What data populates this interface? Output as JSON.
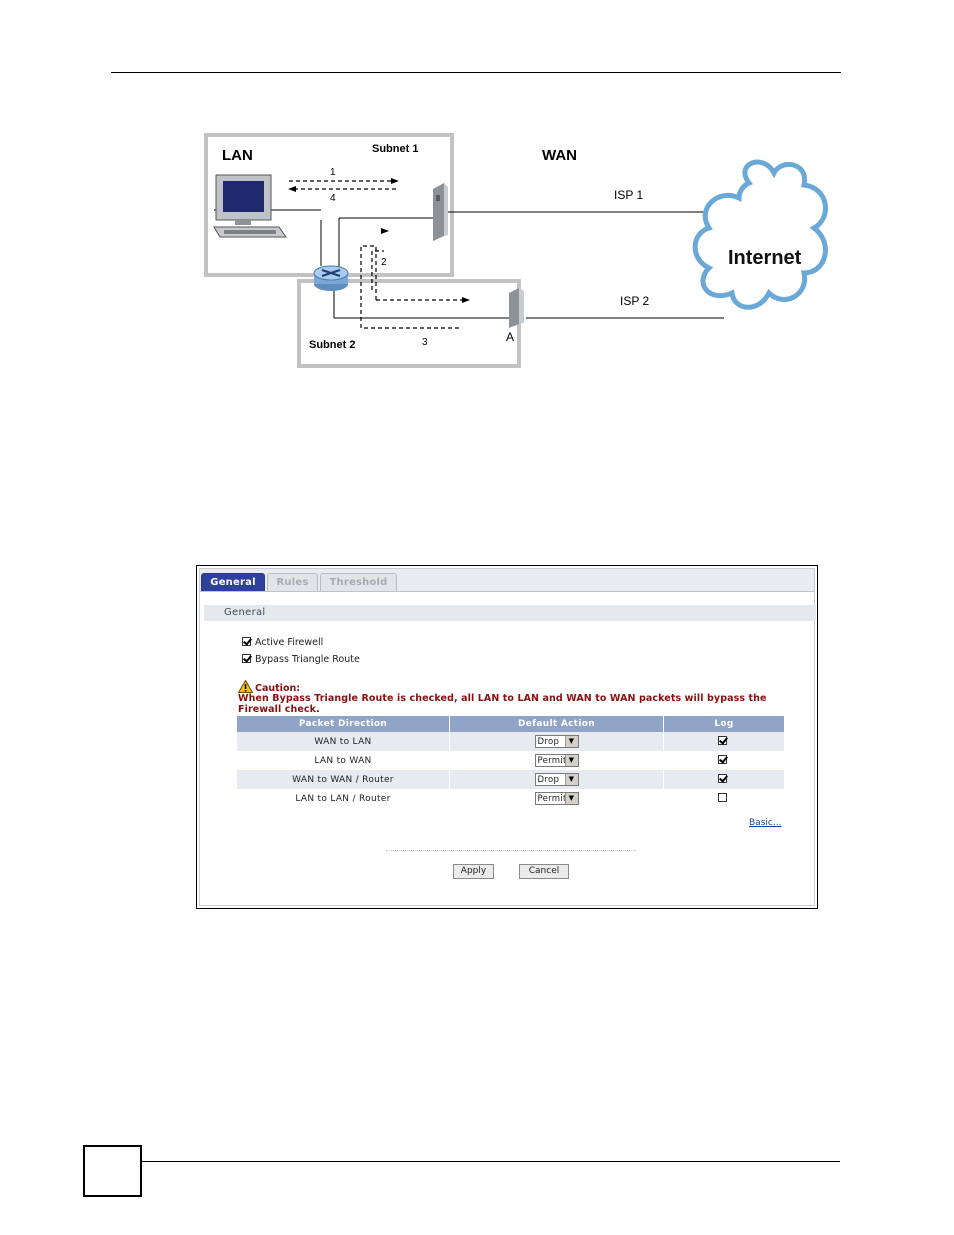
{
  "diagram": {
    "lan_label": "LAN",
    "wan_label": "WAN",
    "subnet1_label": "Subnet 1",
    "subnet2_label": "Subnet 2",
    "isp1_label": "ISP 1",
    "isp2_label": "ISP 2",
    "internet_label": "Internet",
    "router_a_label": "A",
    "path_labels": [
      "1",
      "4",
      "2",
      "3"
    ]
  },
  "firewall": {
    "tabs": [
      {
        "label": "General",
        "active": true
      },
      {
        "label": "Rules",
        "active": false
      },
      {
        "label": "Threshold",
        "active": false
      }
    ],
    "section_title": "General",
    "options": [
      {
        "label": "Active Firewell",
        "checked": true
      },
      {
        "label": "Bypass Triangle Route",
        "checked": true
      }
    ],
    "caution_title": "Caution:",
    "caution_text": "When Bypass Triangle Route is checked, all LAN to LAN and WAN to WAN packets will bypass the Firewall check.",
    "table": {
      "headers": [
        "Packet Direction",
        "Default Action",
        "Log"
      ],
      "rows": [
        {
          "direction": "WAN to LAN",
          "action": "Drop",
          "log": true
        },
        {
          "direction": "LAN to WAN",
          "action": "Permit",
          "log": true
        },
        {
          "direction": "WAN to WAN / Router",
          "action": "Drop",
          "log": true
        },
        {
          "direction": "LAN to LAN / Router",
          "action": "Permit",
          "log": false
        }
      ]
    },
    "basic_link": "Basic...",
    "apply_label": "Apply",
    "cancel_label": "Cancel",
    "colors": {
      "active_tab": "#2f3f9e",
      "header_bg": "#8fa4c7",
      "caution": "#8b0f0f"
    }
  }
}
